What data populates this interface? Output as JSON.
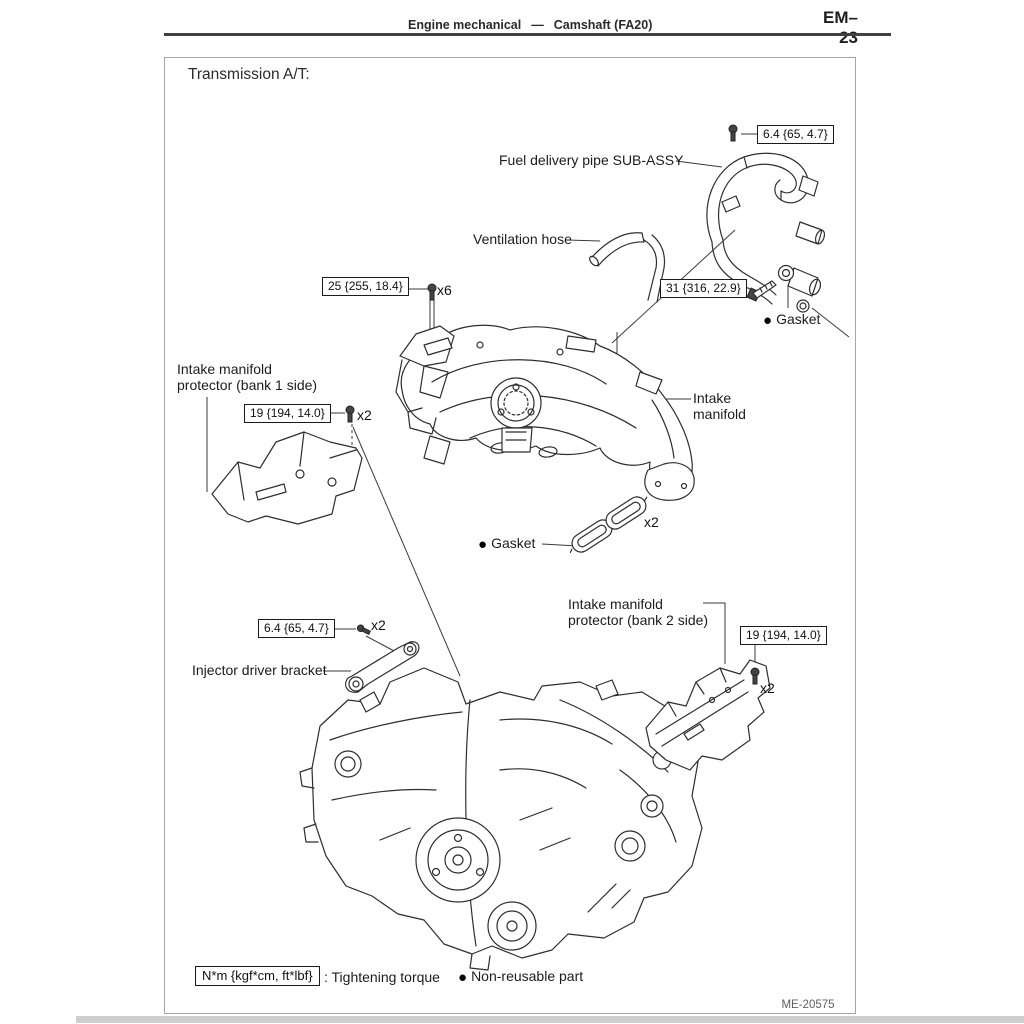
{
  "header": {
    "section": "Engine mechanical",
    "dash": "—",
    "topic": "Camshaft (FA20)",
    "page_code": "EM–23"
  },
  "figure": {
    "title": "Transmission A/T:",
    "drawing_code": "ME-20575"
  },
  "torques": {
    "fuel_pipe_bolt": "6.4 {65, 4.7}",
    "manifold_bolt": "25 {255, 18.4}",
    "manifold_bolt_qty": "x6",
    "union_bolt": "31 {316, 22.9}",
    "bank1_bolt": "19 {194, 14.0}",
    "bank1_bolt_qty": "x2",
    "bank2_bolt": "19 {194, 14.0}",
    "bank2_bolt_qty": "x2",
    "injector_bolt": "6.4 {65, 4.7}",
    "injector_bolt_qty": "x2"
  },
  "parts": {
    "fuel_pipe": "Fuel delivery pipe SUB-ASSY",
    "vent_hose": "Ventilation hose",
    "gasket_top": "Gasket",
    "intake_manifold": [
      "Intake",
      "manifold"
    ],
    "bank1_protector": [
      "Intake manifold",
      "protector (bank 1 side)"
    ],
    "gasket_mid": "Gasket",
    "gasket_mid_qty": "x2",
    "bank2_protector": [
      "Intake manifold",
      "protector (bank 2 side)"
    ],
    "injector_bracket": "Injector driver bracket",
    "bullet": "●"
  },
  "legend": {
    "unit_box": "N*m {kgf*cm, ft*lbf}",
    "unit_meaning": ": Tightening torque",
    "bullet": "●",
    "non_reusable": "Non-reusable part"
  },
  "colors": {
    "ink": "#222222",
    "paper": "#ffffff",
    "frame": "#a6a6a6"
  }
}
